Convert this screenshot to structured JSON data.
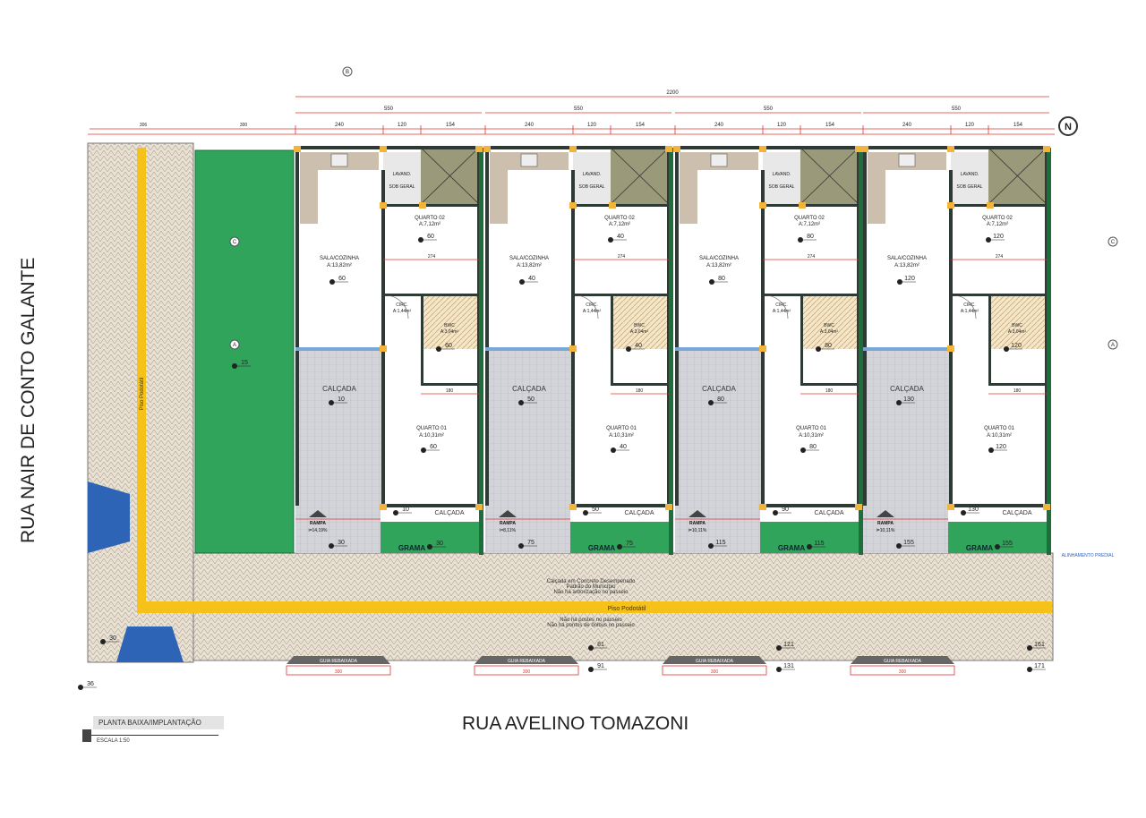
{
  "streets": {
    "left": "RUA NAIR DE CONTO GALANTE",
    "bottom": "RUA AVELINO TOMAZONI"
  },
  "title_block": {
    "title": "PLANTA BAIXA/IMPLANTAÇÃO",
    "scale": "ESCALA 1:50"
  },
  "north": "N",
  "dimensions": {
    "total": "2200",
    "unit_width": "550",
    "parts": [
      "240",
      "120",
      "154"
    ],
    "left": [
      "306",
      "300"
    ],
    "sub": "274",
    "bwc": "180"
  },
  "sidewalk": {
    "notes": [
      "Calçada em Concreto Desempenado",
      "Padrão do Município",
      "Não há arborização no passeio"
    ],
    "tactile": "Piso Podotátil",
    "notes2": [
      "Não há postes no passeio",
      "Não há pontos de ônibus no passeio"
    ],
    "curb_label": "GUIA REBAIXADA",
    "curb_width": "300",
    "alignment": "ALINHAMENTO PREDIAL",
    "street_levels": [
      "91",
      "131",
      "171"
    ],
    "sidewalk_levels": [
      "81",
      "121",
      "161"
    ],
    "corner_levels": [
      "30",
      "36"
    ]
  },
  "left_area": {
    "level": "15",
    "tactile": "Piso Podotátil"
  },
  "units": [
    {
      "sala": "SALA/COZINHA",
      "sala_area": "A:13,82m²",
      "sala_level": "60",
      "q2": "QUARTO 02",
      "q2_area": "A:7,12m²",
      "lav": "LAVAND. SOB GERAL",
      "circ": "CIRC.",
      "circ_area": "A:1,44m²",
      "bwc": "BWC",
      "bwc_area": "A:3,04m²",
      "calcada": "CALÇADA",
      "calcada_level": "10",
      "q1": "QUARTO 01",
      "q1_area": "A:10,31m²",
      "q1_level": "60",
      "rampa": "RAMPA",
      "rampa_info": "i=14,19%",
      "rampa_level": "30",
      "grama": "GRAMA",
      "grama_level": "30",
      "calcada2": "CALÇADA",
      "calcada2_level": "10"
    },
    {
      "sala": "SALA/COZINHA",
      "sala_area": "A:13,82m²",
      "sala_level": "40",
      "q2": "QUARTO 02",
      "q2_area": "A:7,12m²",
      "lav": "LAVAND. SOB GERAL",
      "circ": "CIRC.",
      "circ_area": "A:1,44m²",
      "bwc": "BWC",
      "bwc_area": "A:3,04m²",
      "calcada": "CALÇADA",
      "calcada_level": "50",
      "q1": "QUARTO 01",
      "q1_area": "A:10,31m²",
      "q1_level": "40",
      "rampa": "RAMPA",
      "rampa_info": "i=8,11%",
      "rampa_level": "75",
      "grama": "GRAMA",
      "grama_level": "75",
      "calcada2": "CALÇADA",
      "calcada2_level": "50"
    },
    {
      "sala": "SALA/COZINHA",
      "sala_area": "A:13,82m²",
      "sala_level": "80",
      "q2": "QUARTO 02",
      "q2_area": "A:7,12m²",
      "lav": "LAVAND. SOB GERAL",
      "circ": "CIRC.",
      "circ_area": "A:1,44m²",
      "bwc": "BWC",
      "bwc_area": "A:3,04m²",
      "calcada": "CALÇADA",
      "calcada_level": "80",
      "q1": "QUARTO 01",
      "q1_area": "A:10,31m²",
      "q1_level": "80",
      "rampa": "RAMPA",
      "rampa_info": "i=10,11%",
      "rampa_level": "115",
      "grama": "GRAMA",
      "grama_level": "115",
      "calcada2": "CALÇADA",
      "calcada2_level": "90"
    },
    {
      "sala": "SALA/COZINHA",
      "sala_area": "A:13,82m²",
      "sala_level": "120",
      "q2": "QUARTO 02",
      "q2_area": "A:7,12m²",
      "lav": "LAVAND. SOB GERAL",
      "circ": "CIRC.",
      "circ_area": "A:1,44m²",
      "bwc": "BWC",
      "bwc_area": "A:3,04m²",
      "calcada": "CALÇADA",
      "calcada_level": "130",
      "q1": "QUARTO 01",
      "q1_area": "A:10,31m²",
      "q1_level": "120",
      "rampa": "RAMPA",
      "rampa_info": "i=10,11%",
      "rampa_level": "155",
      "grama": "GRAMA",
      "grama_level": "155",
      "calcada2": "CALÇADA",
      "calcada2_level": "130"
    }
  ],
  "colors": {
    "wall": "#2f3a35",
    "grass": "#2fa45a",
    "tactile": "#f6c21a",
    "dimension": "#e0322f",
    "pavement": "#e6ddcf",
    "calcada": "#cfd0d6",
    "column": "#f2b43a",
    "ramp": "#2d64b5"
  }
}
